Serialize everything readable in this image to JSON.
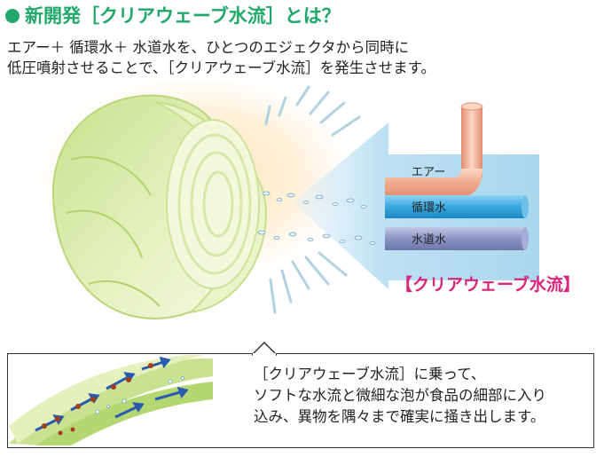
{
  "header": {
    "title": "新開発［クリアウェーブ水流］とは？",
    "intro_lines": [
      "エアー＋ 循環水＋ 水道水を、ひとつのエジェクタから同時に",
      "低圧噴射させることで、［クリアウェーブ水流］を発生させます。"
    ]
  },
  "diagram": {
    "pipes": {
      "air": "エアー",
      "circulating": "循環水",
      "tap": "水道水"
    },
    "flow_label": "【クリアウェーブ水流】"
  },
  "callout": {
    "lines": [
      "［クリアウェーブ水流］に乗って、",
      "ソフトな水流と微細な泡が食品の細部に入り",
      "込み、異物を隅々まで確実に掻き出します。"
    ]
  },
  "colors": {
    "title_green": "#1fa86a",
    "flow_label_pink": "#d9247c",
    "air_pipe": "#f0a98a",
    "circulating_pipe": "#3aa9e0",
    "tap_pipe": "#8a93c4",
    "flow_blue": "#a9d7ef"
  }
}
